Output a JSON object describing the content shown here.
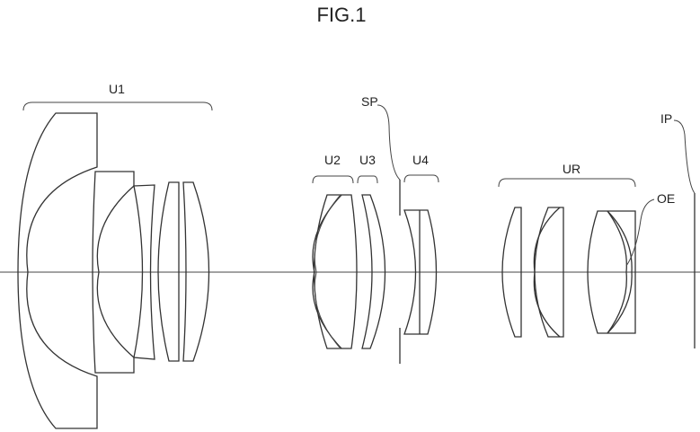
{
  "figure": {
    "title": "FIG.1",
    "labels": {
      "u1": "U1",
      "u2": "U2",
      "u3": "U3",
      "u4": "U4",
      "ur": "UR",
      "sp": "SP",
      "ip": "IP",
      "oe": "OE"
    }
  }
}
